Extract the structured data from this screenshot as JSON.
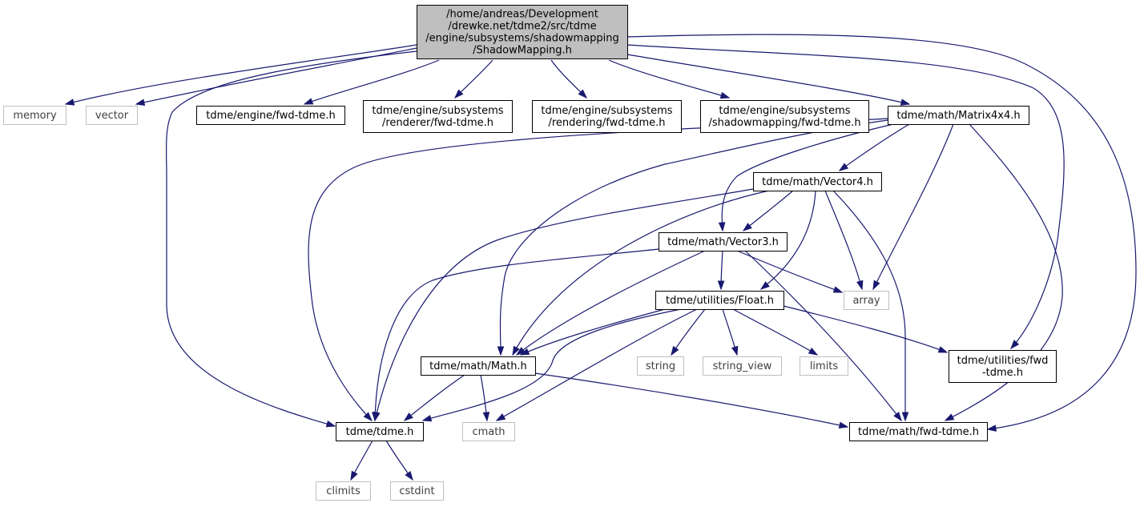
{
  "diagram": {
    "type": "include-dependency-graph",
    "colors": {
      "root_fill": "#bfbfbf",
      "node_border": "#000000",
      "system_border": "#bfbfbf",
      "system_text": "#404040",
      "text": "#000000",
      "edge": "#191970"
    },
    "nodes": [
      {
        "id": "root",
        "kind": "root",
        "lines": [
          "/home/andreas/Development",
          "/drewke.net/tdme2/src/tdme",
          "/engine/subsystems/shadowmapping",
          "/ShadowMapping.h"
        ]
      },
      {
        "id": "memory",
        "kind": "system",
        "lines": [
          "memory"
        ]
      },
      {
        "id": "vector",
        "kind": "system",
        "lines": [
          "vector"
        ]
      },
      {
        "id": "engine_fwd",
        "kind": "file",
        "lines": [
          "tdme/engine/fwd-tdme.h"
        ]
      },
      {
        "id": "renderer_fwd",
        "kind": "file",
        "lines": [
          "tdme/engine/subsystems",
          "/renderer/fwd-tdme.h"
        ]
      },
      {
        "id": "rendering_fwd",
        "kind": "file",
        "lines": [
          "tdme/engine/subsystems",
          "/rendering/fwd-tdme.h"
        ]
      },
      {
        "id": "shadowmapping_fwd",
        "kind": "file",
        "lines": [
          "tdme/engine/subsystems",
          "/shadowmapping/fwd-tdme.h"
        ]
      },
      {
        "id": "matrix4x4",
        "kind": "file",
        "lines": [
          "tdme/math/Matrix4x4.h"
        ]
      },
      {
        "id": "vector4",
        "kind": "file",
        "lines": [
          "tdme/math/Vector4.h"
        ]
      },
      {
        "id": "vector3",
        "kind": "file",
        "lines": [
          "tdme/math/Vector3.h"
        ]
      },
      {
        "id": "float",
        "kind": "file",
        "lines": [
          "tdme/utilities/Float.h"
        ]
      },
      {
        "id": "array",
        "kind": "system",
        "lines": [
          "array"
        ]
      },
      {
        "id": "math",
        "kind": "file",
        "lines": [
          "tdme/math/Math.h"
        ]
      },
      {
        "id": "string",
        "kind": "system",
        "lines": [
          "string"
        ]
      },
      {
        "id": "string_view",
        "kind": "system",
        "lines": [
          "string_view"
        ]
      },
      {
        "id": "limits",
        "kind": "system",
        "lines": [
          "limits"
        ]
      },
      {
        "id": "utilities_fwd",
        "kind": "file",
        "lines": [
          "tdme/utilities/fwd",
          "-tdme.h"
        ]
      },
      {
        "id": "tdme",
        "kind": "file",
        "lines": [
          "tdme/tdme.h"
        ]
      },
      {
        "id": "cmath",
        "kind": "system",
        "lines": [
          "cmath"
        ]
      },
      {
        "id": "math_fwd",
        "kind": "file",
        "lines": [
          "tdme/math/fwd-tdme.h"
        ]
      },
      {
        "id": "climits",
        "kind": "system",
        "lines": [
          "climits"
        ]
      },
      {
        "id": "cstdint",
        "kind": "system",
        "lines": [
          "cstdint"
        ]
      }
    ],
    "edges": [
      [
        "root",
        "memory"
      ],
      [
        "root",
        "vector"
      ],
      [
        "root",
        "engine_fwd"
      ],
      [
        "root",
        "renderer_fwd"
      ],
      [
        "root",
        "rendering_fwd"
      ],
      [
        "root",
        "shadowmapping_fwd"
      ],
      [
        "root",
        "matrix4x4"
      ],
      [
        "root",
        "tdme"
      ],
      [
        "root",
        "utilities_fwd"
      ],
      [
        "root",
        "math_fwd"
      ],
      [
        "matrix4x4",
        "vector4"
      ],
      [
        "matrix4x4",
        "vector3"
      ],
      [
        "matrix4x4",
        "math"
      ],
      [
        "matrix4x4",
        "array"
      ],
      [
        "matrix4x4",
        "tdme"
      ],
      [
        "matrix4x4",
        "math_fwd"
      ],
      [
        "vector4",
        "vector3"
      ],
      [
        "vector4",
        "float"
      ],
      [
        "vector4",
        "math"
      ],
      [
        "vector4",
        "array"
      ],
      [
        "vector4",
        "tdme"
      ],
      [
        "vector4",
        "math_fwd"
      ],
      [
        "vector3",
        "float"
      ],
      [
        "vector3",
        "math"
      ],
      [
        "vector3",
        "array"
      ],
      [
        "vector3",
        "tdme"
      ],
      [
        "vector3",
        "math_fwd"
      ],
      [
        "float",
        "math"
      ],
      [
        "float",
        "string"
      ],
      [
        "float",
        "string_view"
      ],
      [
        "float",
        "limits"
      ],
      [
        "float",
        "utilities_fwd"
      ],
      [
        "float",
        "tdme"
      ],
      [
        "float",
        "cmath"
      ],
      [
        "math",
        "tdme"
      ],
      [
        "math",
        "cmath"
      ],
      [
        "math",
        "math_fwd"
      ],
      [
        "tdme",
        "climits"
      ],
      [
        "tdme",
        "cstdint"
      ]
    ]
  }
}
